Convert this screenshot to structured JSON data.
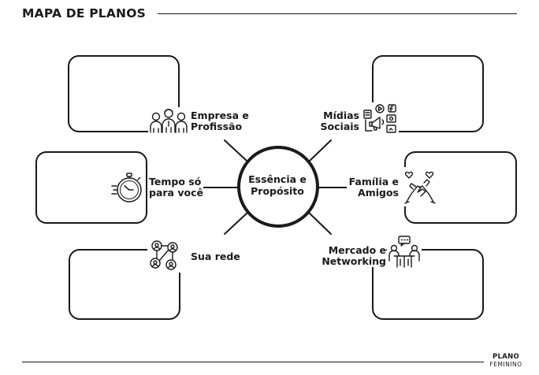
{
  "header": {
    "title": "MAPA DE PLANOS"
  },
  "center": {
    "label": "Essência e\nPropósito"
  },
  "nodes": {
    "empresa": {
      "label": "Empresa e\nProfissão",
      "icon": "team-people-icon"
    },
    "tempo": {
      "label": "Tempo só\npara você",
      "icon": "stopwatch-icon"
    },
    "rede": {
      "label": "Sua rede",
      "icon": "network-people-icon"
    },
    "midias": {
      "label": "Mídias\nSociais",
      "icon": "social-media-megaphone-icon"
    },
    "familia": {
      "label": "Família e\nAmigos",
      "icon": "holding-hands-heart-icon"
    },
    "mercado": {
      "label": "Mercado e\nNetworking",
      "icon": "meeting-table-icon"
    }
  },
  "brand": {
    "line1": "PLANO",
    "line2": "FEMININO"
  }
}
